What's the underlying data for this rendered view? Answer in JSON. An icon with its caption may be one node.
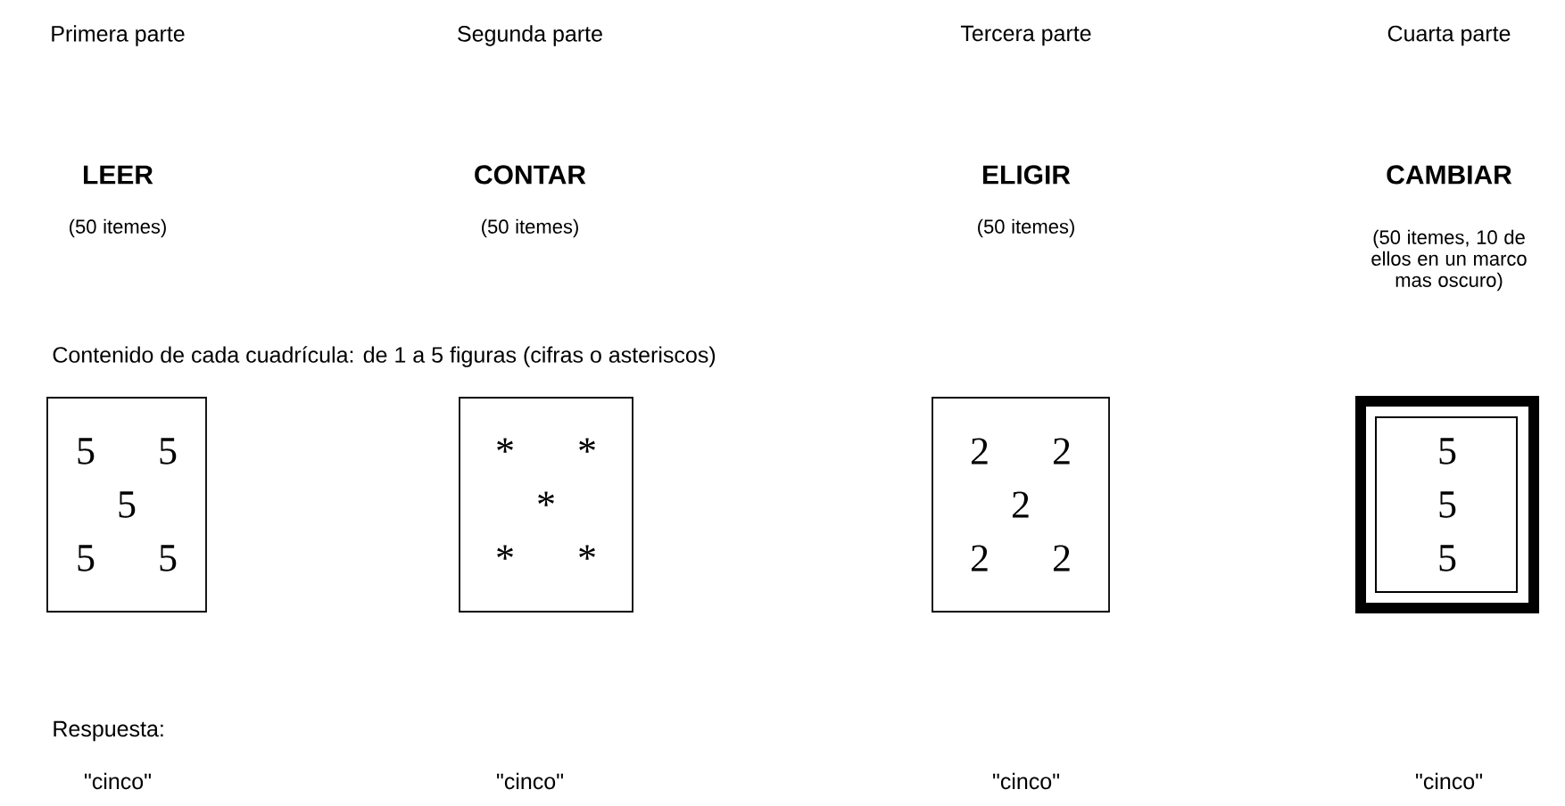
{
  "diagram": {
    "nodes": [
      {
        "text": [
          "5",
          "5",
          "5",
          "5",
          "5"
        ]
      },
      {
        "text": [
          "*",
          "*",
          "*",
          "*",
          "*"
        ]
      },
      {
        "text": [
          "2",
          "2",
          "2",
          "2",
          "2"
        ]
      },
      {
        "text": [
          "5",
          "5",
          "5"
        ]
      }
    ],
    "labels": [
      "Primera parte",
      "Segunda parte",
      "Tercera parte",
      "Cuarta parte",
      "LEER",
      "CONTAR",
      "ELIGIR",
      "CAMBIAR",
      "(50 itemes)",
      "(50 itemes)",
      "(50 itemes)",
      "(50 itemes, 10 de ellos en un marco mas oscuro)",
      "Contenido de cada cuadrícula: de 1 a 5 figuras (cifras o asteriscos)",
      "Respuesta:",
      "\"cinco\"",
      "\"cinco\"",
      "\"cinco\"",
      "\"cinco\""
    ]
  }
}
